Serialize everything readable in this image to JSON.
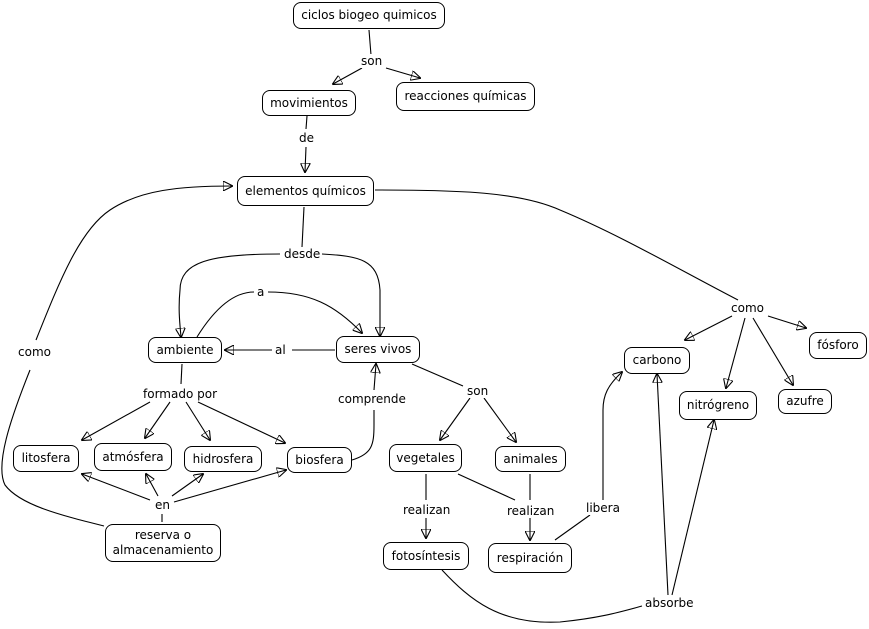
{
  "concepts": {
    "ciclos": "ciclos biogeo quimicos",
    "movimientos": "movimientos",
    "reacciones": "reacciones químicas",
    "elementos": "elementos químicos",
    "ambiente": "ambiente",
    "seres_vivos": "seres vivos",
    "litosfera": "litosfera",
    "atmosfera": "atmósfera",
    "hidrosfera": "hidrosfera",
    "biosfera": "biosfera",
    "reserva": "reserva o almacenamiento",
    "vegetales": "vegetales",
    "animales": "animales",
    "fotosintesis": "fotosíntesis",
    "respiracion": "respiración",
    "carbono": "carbono",
    "nitrogreno": "nitrógreno",
    "azufre": "azufre",
    "fosforo": "fósforo"
  },
  "linking_phrases": {
    "son_top": "son",
    "de": "de",
    "desde": "desde",
    "a": "a",
    "al": "al",
    "formado_por": "formado por",
    "comprende": "comprende",
    "en": "en",
    "como_left": "como",
    "como_right": "como",
    "son_mid": "son",
    "realizan_left": "realizan",
    "realizan_right": "realizan",
    "libera": "libera",
    "absorbe": "absorbe"
  }
}
